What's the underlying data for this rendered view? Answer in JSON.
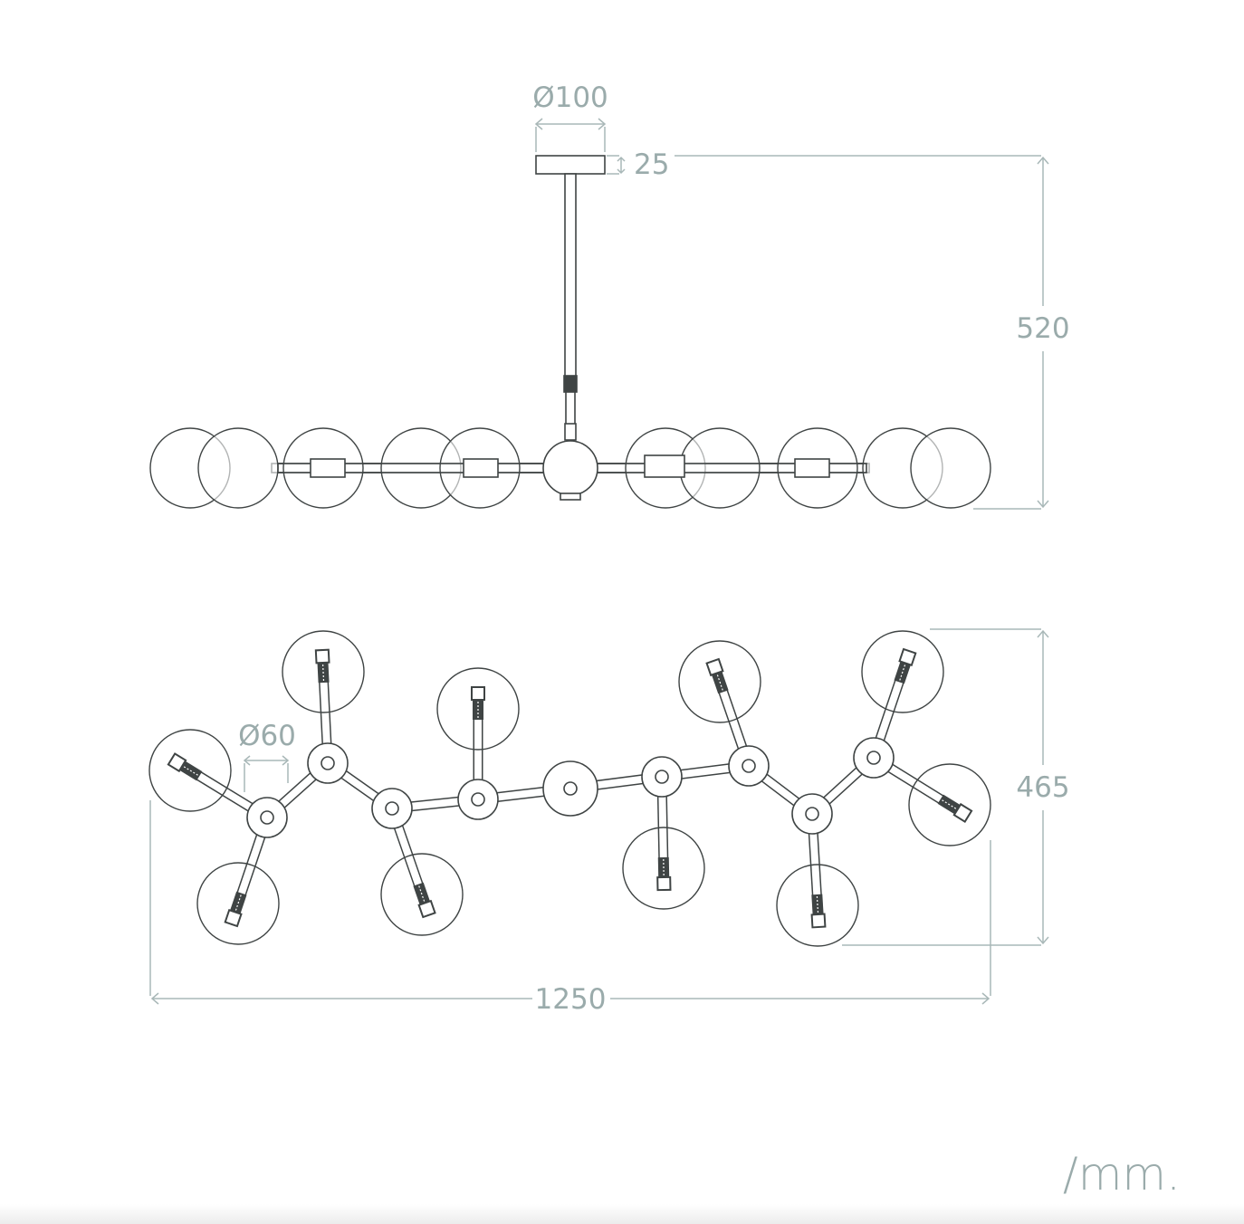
{
  "dimensions": {
    "canopy_diameter": "Ø100",
    "canopy_height": "25",
    "total_height": "520",
    "depth": "465",
    "globe_diameter": "Ø60",
    "total_width": "1250"
  },
  "unit_label": "/mm.",
  "colors": {
    "dimension": "#9aabab",
    "line": "#3f4444"
  }
}
